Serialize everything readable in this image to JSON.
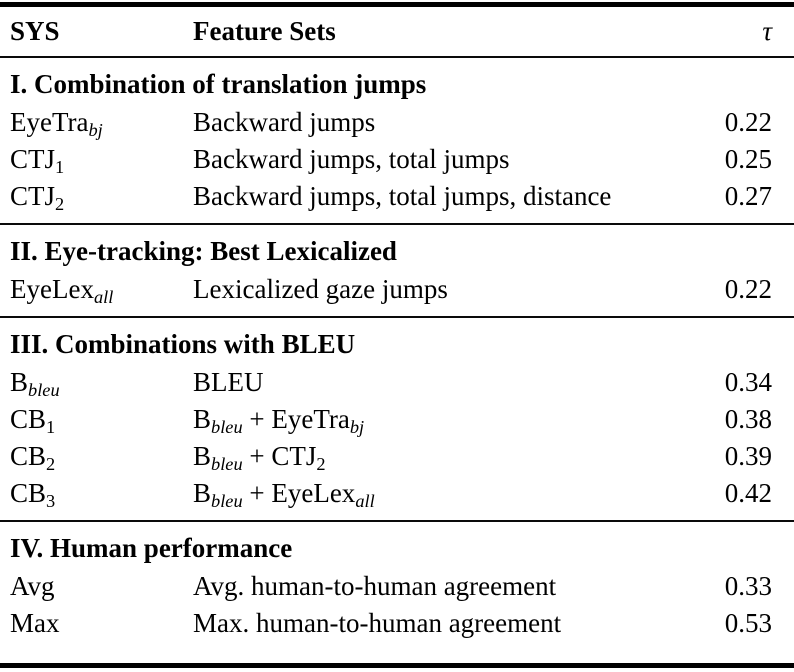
{
  "page": {
    "background": "#ffffff",
    "text_color": "#000000",
    "rule_color": "#000000"
  },
  "table": {
    "header": {
      "sys": "SYS",
      "feature_sets": "Feature Sets",
      "tau": "τ"
    },
    "sections": [
      {
        "title": "I. Combination of translation jumps",
        "rows": [
          {
            "sys": [
              {
                "t": "EyeTra"
              },
              {
                "t": "bj",
                "sub": true,
                "it": true
              }
            ],
            "features": [
              {
                "t": "Backward jumps"
              }
            ],
            "tau": "0.22"
          },
          {
            "sys": [
              {
                "t": "CTJ"
              },
              {
                "t": "1",
                "sub": true
              }
            ],
            "features": [
              {
                "t": "Backward jumps, total jumps"
              }
            ],
            "tau": "0.25"
          },
          {
            "sys": [
              {
                "t": "CTJ"
              },
              {
                "t": "2",
                "sub": true
              }
            ],
            "features": [
              {
                "t": "Backward jumps, total jumps, distance"
              }
            ],
            "tau": "0.27"
          }
        ]
      },
      {
        "title": "II. Eye-tracking: Best Lexicalized",
        "rows": [
          {
            "sys": [
              {
                "t": "EyeLex"
              },
              {
                "t": "all",
                "sub": true,
                "it": true
              }
            ],
            "features": [
              {
                "t": "Lexicalized gaze jumps"
              }
            ],
            "tau": "0.22"
          }
        ]
      },
      {
        "title": "III. Combinations with BLEU",
        "rows": [
          {
            "sys": [
              {
                "t": "B"
              },
              {
                "t": "bleu",
                "sub": true,
                "it": true
              }
            ],
            "features": [
              {
                "t": "BLEU"
              }
            ],
            "tau": "0.34"
          },
          {
            "sys": [
              {
                "t": "CB"
              },
              {
                "t": "1",
                "sub": true
              }
            ],
            "features": [
              {
                "t": "B"
              },
              {
                "t": "bleu",
                "sub": true,
                "it": true
              },
              {
                "t": " + EyeTra"
              },
              {
                "t": "bj",
                "sub": true,
                "it": true
              }
            ],
            "tau": "0.38"
          },
          {
            "sys": [
              {
                "t": "CB"
              },
              {
                "t": "2",
                "sub": true
              }
            ],
            "features": [
              {
                "t": "B"
              },
              {
                "t": "bleu",
                "sub": true,
                "it": true
              },
              {
                "t": " + CTJ"
              },
              {
                "t": "2",
                "sub": true
              }
            ],
            "tau": "0.39"
          },
          {
            "sys": [
              {
                "t": "CB"
              },
              {
                "t": "3",
                "sub": true
              }
            ],
            "features": [
              {
                "t": "B"
              },
              {
                "t": "bleu",
                "sub": true,
                "it": true
              },
              {
                "t": " + EyeLex"
              },
              {
                "t": "all",
                "sub": true,
                "it": true
              }
            ],
            "tau": "0.42"
          }
        ]
      },
      {
        "title": "IV. Human performance",
        "rows": [
          {
            "sys": [
              {
                "t": "Avg"
              }
            ],
            "features": [
              {
                "t": "Avg. human-to-human agreement"
              }
            ],
            "tau": "0.33"
          },
          {
            "sys": [
              {
                "t": "Max"
              }
            ],
            "features": [
              {
                "t": "Max. human-to-human agreement"
              }
            ],
            "tau": "0.53"
          }
        ]
      }
    ]
  }
}
